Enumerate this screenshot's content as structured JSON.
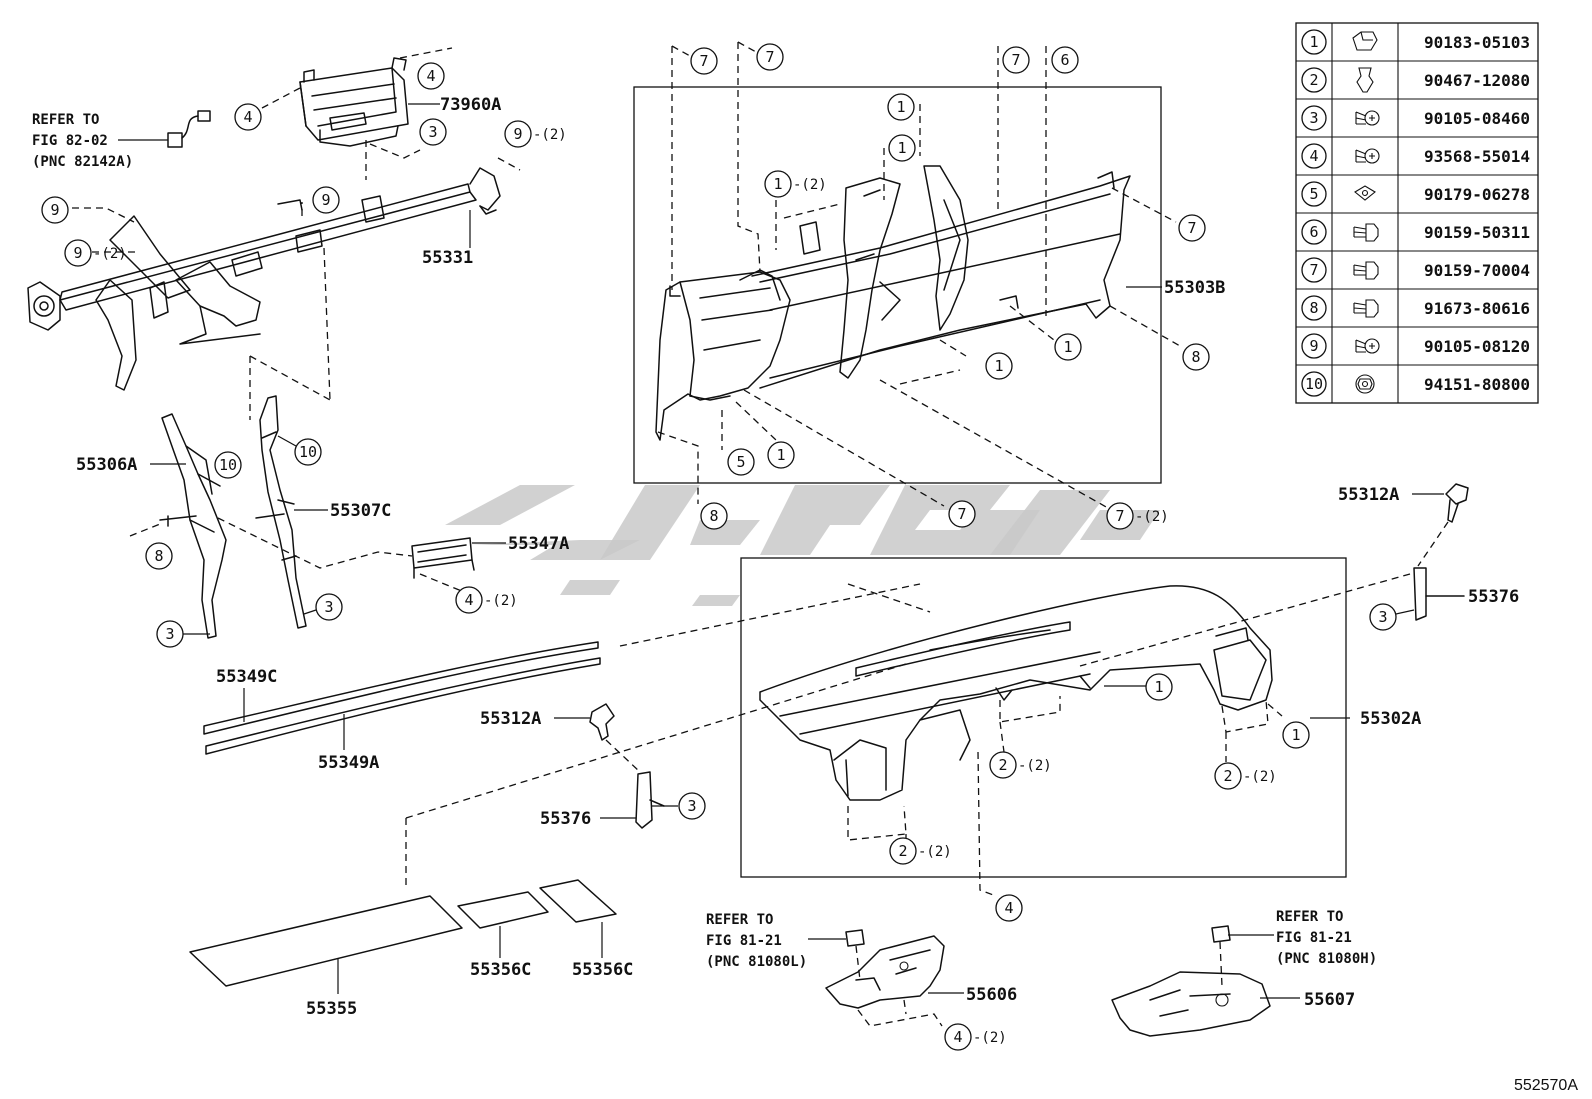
{
  "figure_code": "552570A",
  "parts": {
    "p73960A": "73960A",
    "p55331": "55331",
    "p55303B": "55303B",
    "p55306A": "55306A",
    "p55307C": "55307C",
    "p55347A": "55347A",
    "p55312A_right": "55312A",
    "p55376_right": "55376",
    "p55349C": "55349C",
    "p55349A": "55349A",
    "p55312A_left": "55312A",
    "p55376_left": "55376",
    "p55302A": "55302A",
    "p55355": "55355",
    "p55356C_a": "55356C",
    "p55356C_b": "55356C",
    "p55606": "55606",
    "p55607": "55607"
  },
  "references": {
    "ref1": {
      "line1": "REFER TO",
      "line2": "FIG 82-02",
      "line3": "(PNC 82142A)"
    },
    "ref2": {
      "line1": "REFER TO",
      "line2": "FIG 81-21",
      "line3": "(PNC 81080L)"
    },
    "ref3": {
      "line1": "REFER TO",
      "line2": "FIG 81-21",
      "line3": "(PNC 81080H)"
    }
  },
  "callouts": [
    {
      "num": "4",
      "qty": ""
    },
    {
      "num": "4",
      "qty": ""
    },
    {
      "num": "3",
      "qty": ""
    },
    {
      "num": "9",
      "qty": "-(2)"
    },
    {
      "num": "9",
      "qty": ""
    },
    {
      "num": "9",
      "qty": ""
    },
    {
      "num": "9",
      "qty": "-(2)"
    },
    {
      "num": "10",
      "qty": ""
    },
    {
      "num": "10",
      "qty": ""
    },
    {
      "num": "8",
      "qty": ""
    },
    {
      "num": "3",
      "qty": ""
    },
    {
      "num": "3",
      "qty": ""
    },
    {
      "num": "4",
      "qty": "-(2)"
    },
    {
      "num": "7",
      "qty": ""
    },
    {
      "num": "7",
      "qty": ""
    },
    {
      "num": "7",
      "qty": ""
    },
    {
      "num": "6",
      "qty": ""
    },
    {
      "num": "1",
      "qty": ""
    },
    {
      "num": "1",
      "qty": ""
    },
    {
      "num": "1",
      "qty": "-(2)"
    },
    {
      "num": "7",
      "qty": ""
    },
    {
      "num": "8",
      "qty": ""
    },
    {
      "num": "1",
      "qty": ""
    },
    {
      "num": "1",
      "qty": ""
    },
    {
      "num": "5",
      "qty": ""
    },
    {
      "num": "1",
      "qty": ""
    },
    {
      "num": "8",
      "qty": ""
    },
    {
      "num": "7",
      "qty": ""
    },
    {
      "num": "7",
      "qty": "-(2)"
    },
    {
      "num": "3",
      "qty": ""
    },
    {
      "num": "1",
      "qty": ""
    },
    {
      "num": "1",
      "qty": ""
    },
    {
      "num": "2",
      "qty": "-(2)"
    },
    {
      "num": "2",
      "qty": "-(2)"
    },
    {
      "num": "2",
      "qty": "-(2)"
    },
    {
      "num": "3",
      "qty": ""
    },
    {
      "num": "4",
      "qty": ""
    },
    {
      "num": "4",
      "qty": "-(2)"
    }
  ],
  "legend": [
    {
      "num": "1",
      "icon": "speed-nut-icon",
      "part": "90183-05103"
    },
    {
      "num": "2",
      "icon": "clip-icon",
      "part": "90467-12080"
    },
    {
      "num": "3",
      "icon": "screw-icon",
      "part": "90105-08460"
    },
    {
      "num": "4",
      "icon": "screw-icon",
      "part": "93568-55014"
    },
    {
      "num": "5",
      "icon": "square-nut-icon",
      "part": "90179-06278"
    },
    {
      "num": "6",
      "icon": "bolt-icon",
      "part": "90159-50311"
    },
    {
      "num": "7",
      "icon": "bolt-icon",
      "part": "90159-70004"
    },
    {
      "num": "8",
      "icon": "bolt-icon",
      "part": "91673-80616"
    },
    {
      "num": "9",
      "icon": "screw-icon",
      "part": "90105-08120"
    },
    {
      "num": "10",
      "icon": "flange-nut-icon",
      "part": "94151-80800"
    }
  ]
}
